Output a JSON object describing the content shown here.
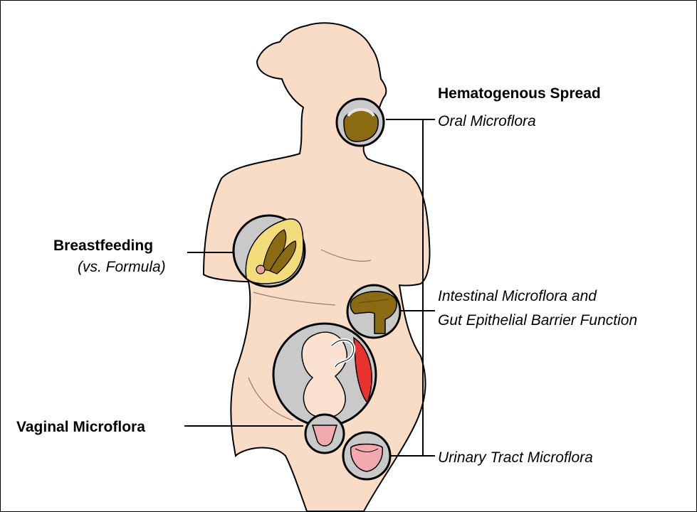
{
  "labels": {
    "hematogenous_spread": "Hematogenous Spread",
    "oral_microflora": "Oral Microflora",
    "breastfeeding": "Breastfeeding",
    "vs_formula": "(vs. Formula)",
    "intestinal_line1": "Intestinal Microflora and",
    "intestinal_line2": "Gut Epithelial Barrier Function",
    "vaginal_microflora": "Vaginal Microflora",
    "urinary_tract_microflora": "Urinary Tract Microflora"
  },
  "colors": {
    "skin": "#f9dcc6",
    "inset_bg": "#c9c9c9",
    "tissue_brown": "#8b6b12",
    "breast_yellow": "#f3dc7a",
    "placenta_red": "#e8322f",
    "fetus_pink": "#fae1d0",
    "bladder_pink": "#f2a9b0"
  }
}
